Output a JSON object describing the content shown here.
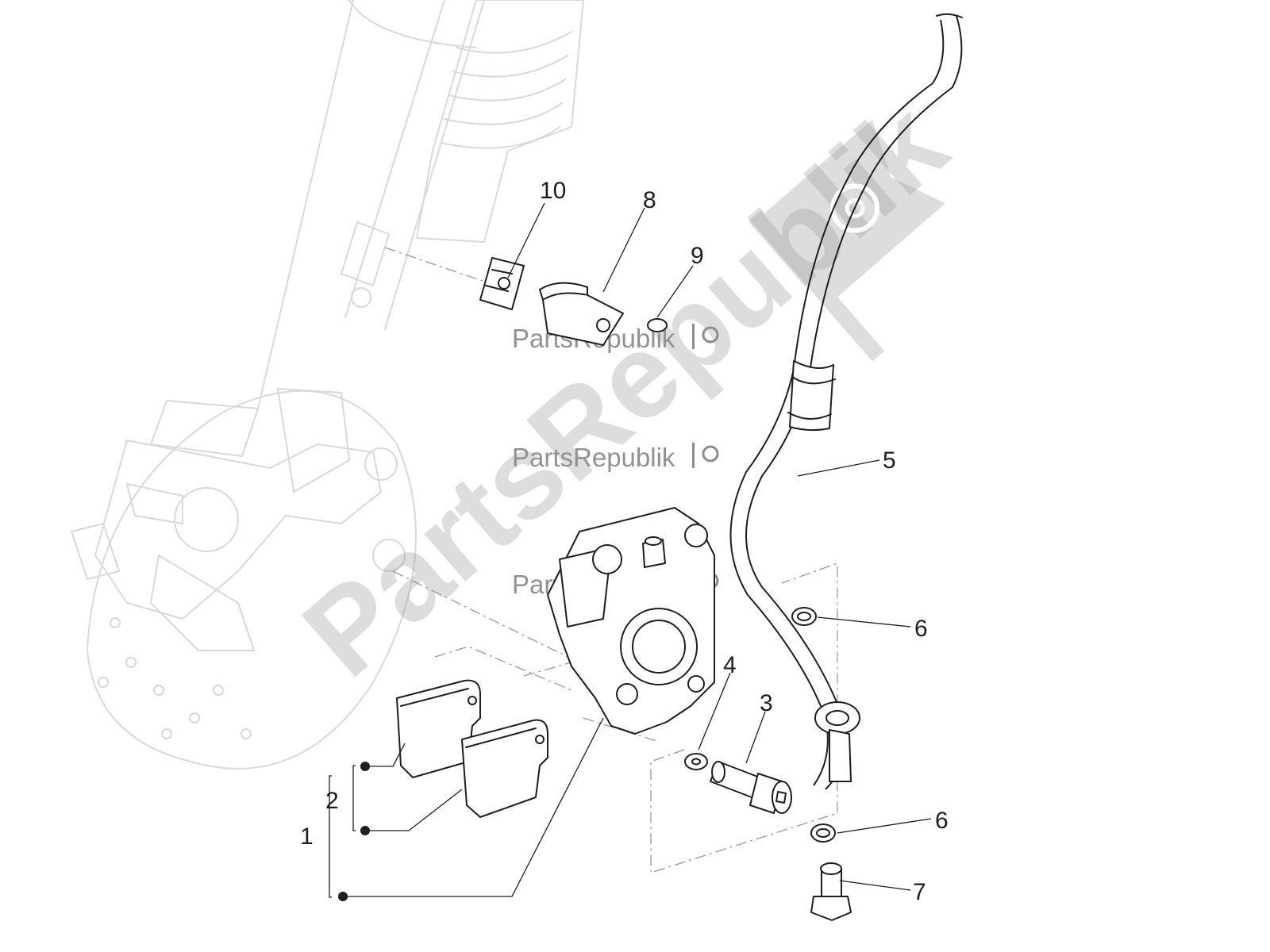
{
  "watermark": {
    "brand_large": "PartsRepublik",
    "brand_small": "PartsRepublik"
  },
  "callouts": [
    {
      "id": "1",
      "label": "1"
    },
    {
      "id": "2",
      "label": "2"
    },
    {
      "id": "3",
      "label": "3"
    },
    {
      "id": "4",
      "label": "4"
    },
    {
      "id": "5",
      "label": "5"
    },
    {
      "id": "6a",
      "label": "6"
    },
    {
      "id": "6b",
      "label": "6"
    },
    {
      "id": "7",
      "label": "7"
    },
    {
      "id": "8",
      "label": "8"
    },
    {
      "id": "9",
      "label": "9"
    },
    {
      "id": "10",
      "label": "10"
    }
  ],
  "icons": {
    "watermark_logo": "gear-flag-icon",
    "small_logo": "gear-icon",
    "group_marker": "dot-icon"
  },
  "colors": {
    "line": "#1e1e1e",
    "ghost_line": "#d9d9d9",
    "watermark": "#9e9e9e",
    "background": "#ffffff"
  }
}
